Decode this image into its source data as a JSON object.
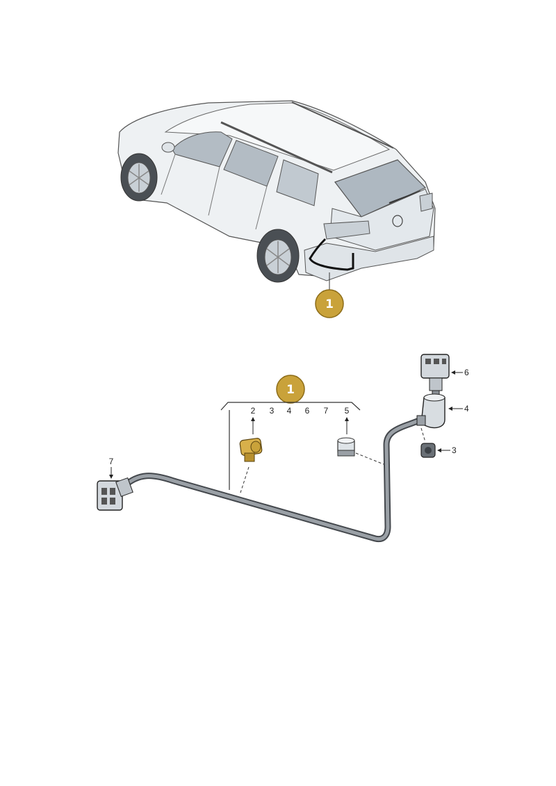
{
  "colors": {
    "badge_fill": "#c9a23a",
    "badge_stroke": "#8c6c18",
    "line": "#222222",
    "car_body": "#eef1f3",
    "car_shade": "#c9d0d6",
    "glass": "#b3bcc4",
    "harness": "#7b8086"
  },
  "overview": {
    "badge": "1"
  },
  "detail": {
    "badge": "1",
    "bracket_numbers": [
      "2",
      "3",
      "4",
      "6",
      "7",
      "5"
    ],
    "callouts": {
      "part2": "2",
      "part5": "5",
      "part6": "6",
      "part4": "4",
      "part3": "3",
      "part7": "7"
    }
  }
}
